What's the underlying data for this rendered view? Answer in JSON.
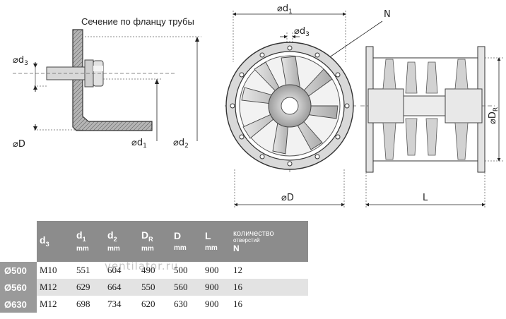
{
  "drawing": {
    "section_caption": "Сечение по фланцу трубы",
    "labels": {
      "d3_left": "⌀d",
      "d3_sub": "3",
      "D_left": "⌀D",
      "d1_left": "⌀d",
      "d1_sub": "1",
      "d2_left": "⌀d",
      "d2_sub": "2",
      "d1_top": "⌀d",
      "d3_top": "⌀d",
      "N": "N",
      "D_bottom": "⌀D",
      "DR": "⌀D",
      "DR_sub": "R",
      "L": "L"
    }
  },
  "table": {
    "headers": {
      "d3": {
        "sym": "d",
        "sub": "3"
      },
      "d1": {
        "sym": "d",
        "sub": "1",
        "unit": "mm"
      },
      "d2": {
        "sym": "d",
        "sub": "2",
        "unit": "mm"
      },
      "DR": {
        "sym": "D",
        "sub": "R",
        "unit": "mm"
      },
      "D": {
        "sym": "D",
        "unit": "mm"
      },
      "L": {
        "sym": "L",
        "unit": "mm"
      },
      "qty": {
        "line1": "количество",
        "line2": "отверстий",
        "line3": "N"
      }
    },
    "rows": [
      {
        "size": "Ø500",
        "d3": "M10",
        "d1": "551",
        "d2": "604",
        "DR": "490",
        "D": "500",
        "L": "900",
        "N": "12"
      },
      {
        "size": "Ø560",
        "d3": "M12",
        "d1": "629",
        "d2": "664",
        "DR": "550",
        "D": "560",
        "L": "900",
        "N": "16"
      },
      {
        "size": "Ø630",
        "d3": "M12",
        "d1": "698",
        "d2": "734",
        "DR": "620",
        "D": "630",
        "L": "900",
        "N": "16"
      }
    ]
  },
  "watermark": "ventilator.ru"
}
